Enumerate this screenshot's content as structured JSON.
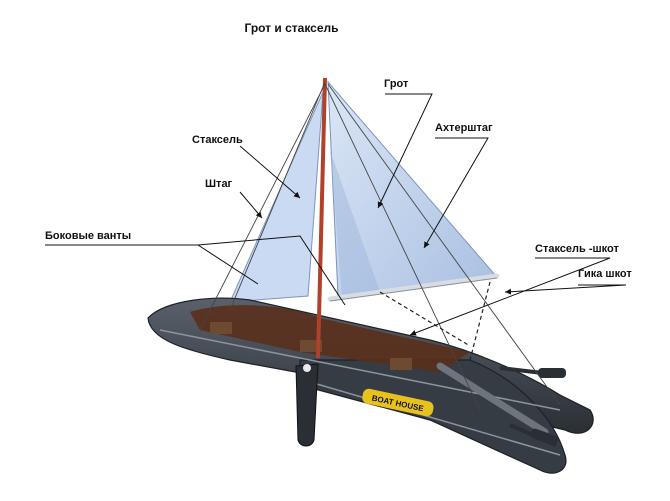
{
  "diagram": {
    "title": "Грот и стаксель",
    "labels": {
      "grot": "Грот",
      "akhtershtag": "Ахтерштаг",
      "staksel": "Стаксель",
      "shtag": "Штаг",
      "bokovye_vanty": "Боковые ванты",
      "staksel_shkot": "Стаксель -шкот",
      "gika_shkot": "Гика шкот"
    },
    "brand": "BOAT HOUSE"
  },
  "colors": {
    "sail_fill": "#c9daf2",
    "sail_shade": "#9fb7dc",
    "mast": "#b0412a",
    "hull": "#3a4048",
    "deck": "#5a2f1c",
    "brand_badge": "#e8c21c"
  }
}
